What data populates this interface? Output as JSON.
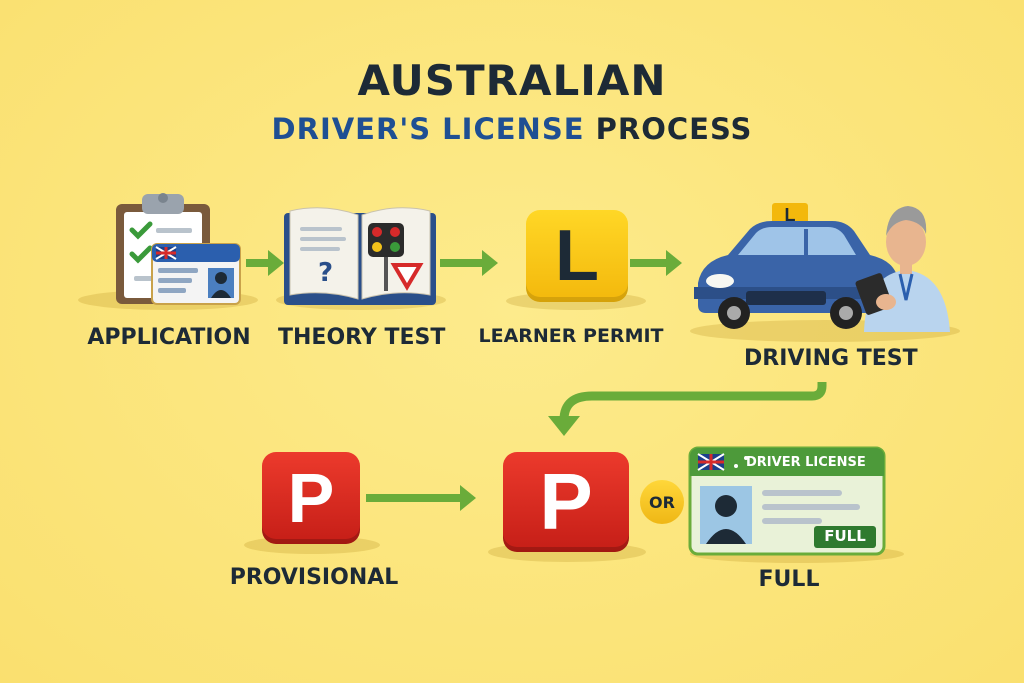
{
  "title": {
    "line1": "AUSTRALIAN",
    "line2a": "DRIVER'S LICENSE",
    "line2b": "PROCESS"
  },
  "steps": {
    "application": "APPLICATION",
    "theory": "THEORY TEST",
    "learner": "LEARNER PERMIT",
    "driving": "DRIVING TEST",
    "provisional": "PROVISIONAL",
    "full": "FULL"
  },
  "plates": {
    "learner": "L",
    "provisional": "P",
    "provisional_2": "P",
    "car_roof": "L"
  },
  "connector_or": "OR",
  "license_card": {
    "header": "DRIVER LICENSE",
    "badge": "FULL"
  },
  "colors": {
    "background": "#fae06f",
    "arrow": "#6aac3a",
    "title_blue": "#1f4f93",
    "text_dark": "#1d2a36"
  }
}
